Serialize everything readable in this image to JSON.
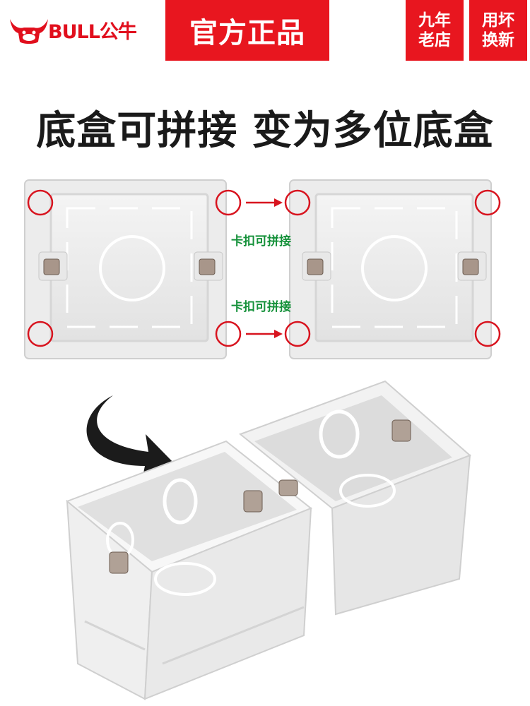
{
  "brand": {
    "logo_text": "BULL公牛",
    "icon": "bull-head-icon",
    "color": "#e10f1d"
  },
  "badges": {
    "main": "官方正品",
    "store_line1": "九年",
    "store_line2": "老店",
    "warranty_line1": "用坏",
    "warranty_line2": "换新",
    "color": "#e8161f"
  },
  "headline": "底盒可拼接  变为多位底盒",
  "diagram": {
    "tag_top": "卡扣可拼接",
    "tag_bottom": "卡扣可拼接",
    "tag_color": "#15913a",
    "arrow_color": "#d8141f",
    "circle_color": "#d8141f"
  },
  "photo": {
    "arrow_icon": "curved-arrow-icon"
  }
}
